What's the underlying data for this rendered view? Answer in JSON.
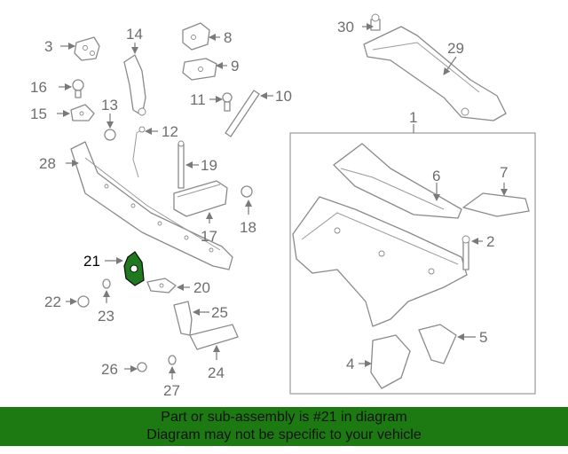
{
  "diagram": {
    "callouts": {
      "c1": "1",
      "c2": "2",
      "c3": "3",
      "c4": "4",
      "c5": "5",
      "c6": "6",
      "c7": "7",
      "c8": "8",
      "c9": "9",
      "c10": "10",
      "c11": "11",
      "c12": "12",
      "c13": "13",
      "c14": "14",
      "c15": "15",
      "c16": "16",
      "c17": "17",
      "c18": "18",
      "c19": "19",
      "c20": "20",
      "c21": "21",
      "c22": "22",
      "c23": "23",
      "c24": "24",
      "c25": "25",
      "c26": "26",
      "c27": "27",
      "c28": "28",
      "c29": "29",
      "c30": "30"
    },
    "highlighted_part": "21",
    "colors": {
      "highlight_fill": "#1f7a1f",
      "banner_background": "#1d7a13",
      "line": "#8a8a8a"
    }
  },
  "banner": {
    "line1": "Part or sub-assembly is #21 in diagram",
    "line2": "Diagram may not be specific to your vehicle"
  }
}
